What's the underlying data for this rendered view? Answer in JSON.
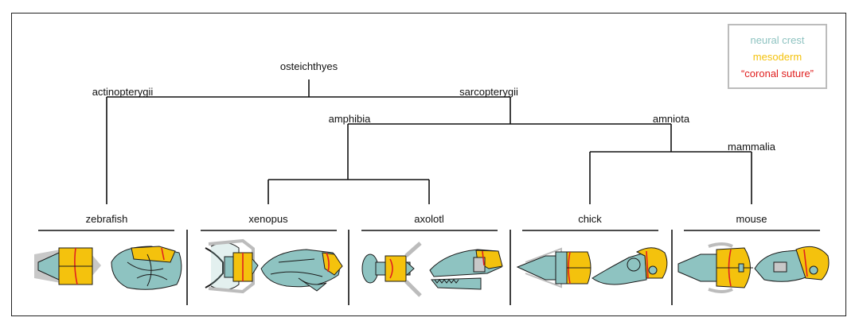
{
  "clades": {
    "osteichthyes": "osteichthyes",
    "actinopterygii": "actinopterygii",
    "sarcopterygii": "sarcopterygii",
    "amphibia": "amphibia",
    "amniota": "amniota",
    "mammalia": "mammalia"
  },
  "species": [
    "zebrafish",
    "xenopus",
    "axolotl",
    "chick",
    "mouse"
  ],
  "legend": {
    "neural_crest": "neural crest",
    "mesoderm": "mesoderm",
    "coronal_suture": "“coronal suture”"
  },
  "colors": {
    "neural_crest": "#8ec3c1",
    "mesoderm": "#f4c20d",
    "coronal_suture": "#e02020",
    "outline": "#1a1a1a",
    "gray_bone": "#c8c8c8"
  }
}
